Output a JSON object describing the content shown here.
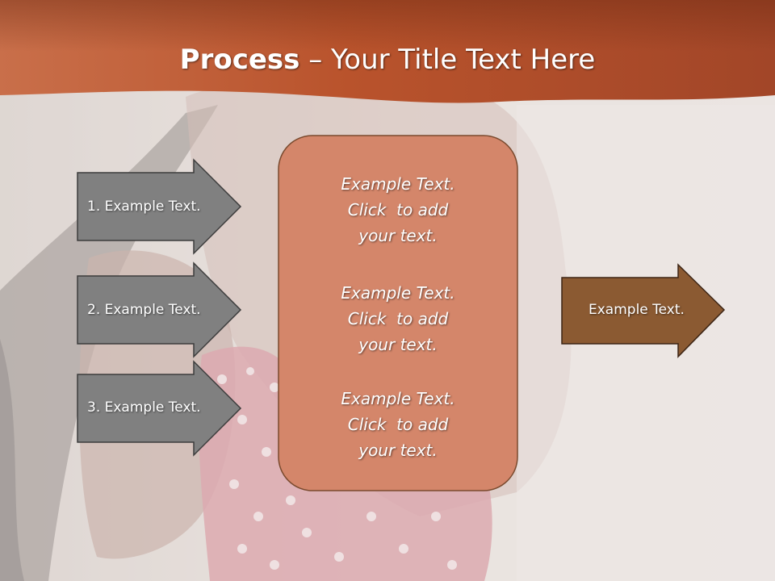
{
  "title": {
    "strong": "Process",
    "separator": " – ",
    "rest": "Your Title Text Here"
  },
  "left_steps": [
    {
      "label": "1. Example Text."
    },
    {
      "label": "2. Example Text."
    },
    {
      "label": "3. Example Text."
    }
  ],
  "center_box": {
    "blocks": [
      {
        "lines": [
          "Example Text.",
          "Click  to add",
          "your text."
        ]
      },
      {
        "lines": [
          "Example Text.",
          "Click  to add",
          "your text."
        ]
      },
      {
        "lines": [
          "Example Text.",
          "Click  to add",
          "your text."
        ]
      }
    ]
  },
  "result_arrow": {
    "label": "Example Text."
  },
  "colors": {
    "header_band": "#b8552f",
    "center_box": "#d4866a",
    "center_box_border": "#7a4a2e",
    "gray_arrow": "#808080",
    "gray_arrow_border": "#3c3c3c",
    "result_arrow": "#8b5a32",
    "background": "#e9e1dc"
  }
}
